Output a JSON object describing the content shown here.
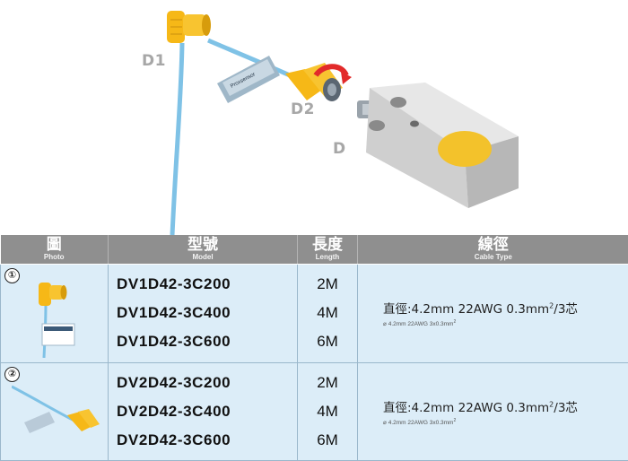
{
  "illustration": {
    "labels": {
      "d1": "D1",
      "d2": "D2",
      "d": "D"
    },
    "tag_brand": "Proxsensor"
  },
  "table": {
    "headers": {
      "photo": {
        "main": "圖",
        "sub": "Photo"
      },
      "model": {
        "main": "型號",
        "sub": "Model"
      },
      "length": {
        "main": "長度",
        "sub": "Length"
      },
      "cable": {
        "main": "線徑",
        "sub": "Cable Type"
      }
    },
    "rows": [
      {
        "num": "①",
        "models": [
          "DV1D42-3C200",
          "DV1D42-3C400",
          "DV1D42-3C600"
        ],
        "lengths": [
          "2M",
          "4M",
          "6M"
        ],
        "cable": {
          "main": "直徑:4.2mm  22AWG  0.3mm",
          "main_sup": "2",
          "main_tail": "/3芯",
          "sub": "⌀ 4.2mm 22AWG 3x0.3mm",
          "sub_sup": "2"
        }
      },
      {
        "num": "②",
        "models": [
          "DV2D42-3C200",
          "DV2D42-3C400",
          "DV2D42-3C600"
        ],
        "lengths": [
          "2M",
          "4M",
          "6M"
        ],
        "cable": {
          "main": "直徑:4.2mm  22AWG  0.3mm",
          "main_sup": "2",
          "main_tail": "/3芯",
          "sub": "⌀ 4.2mm 22AWG 3x0.3mm",
          "sub_sup": "2"
        }
      }
    ]
  },
  "colors": {
    "connector_yellow": "#f6b817",
    "cable_blue": "#7fc2e6",
    "header_gray": "#8f8f8f",
    "cell_blue": "#dcedf8",
    "arrow_red": "#e22a2a"
  }
}
